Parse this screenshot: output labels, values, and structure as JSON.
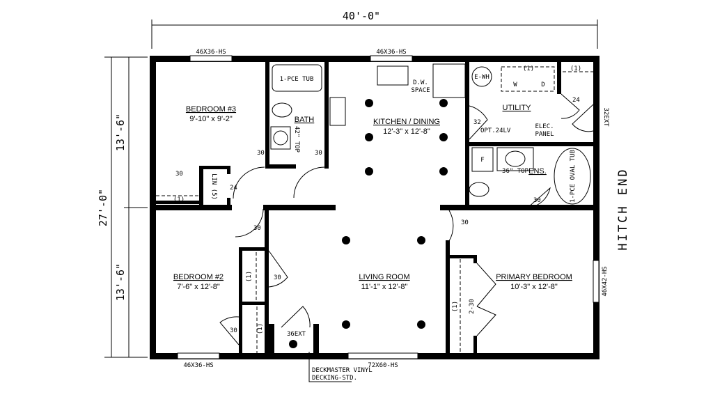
{
  "dimensions": {
    "overall_width": "40'-0\"",
    "overall_depth": "27'-0\"",
    "upper_depth": "13'-6\"",
    "lower_depth": "13'-6\""
  },
  "hitch_end": "HITCH END",
  "rooms": {
    "bedroom3": {
      "name": "BEDROOM #3",
      "size": "9'-10\" x 9'-2\""
    },
    "bath": {
      "name": "BATH"
    },
    "kitchen": {
      "name": "KITCHEN / DINING",
      "size": "12'-3\" x 12'-8\""
    },
    "utility": {
      "name": "UTILITY"
    },
    "ensuite": {
      "name": "ENS."
    },
    "bedroom2": {
      "name": "BEDROOM #2",
      "size": "7'-6\" x 12'-8\""
    },
    "living": {
      "name": "LIVING ROOM",
      "size": "11'-1\" x 12'-8\""
    },
    "primary": {
      "name": "PRIMARY BEDROOM",
      "size": "10'-3\" x 12'-8\""
    }
  },
  "windows": {
    "bed3": "46X36-HS",
    "kitchen": "46X36-HS",
    "bed2": "46X36-HS",
    "living": "72X60-HS",
    "primary": "46X42-HS"
  },
  "doors": {
    "bed3": "30",
    "bath": "30",
    "bed3_closet": "30",
    "linen": "24",
    "hall": "30",
    "bed2_closet_upper": "30",
    "bed2_closet_lower": "30",
    "entry": "36EXT",
    "utility": "32",
    "utility_closet": "24",
    "utility_ext": "32EXT",
    "ensuite": "30",
    "living_primary": "30",
    "primary_closet": "2-30"
  },
  "closets": {
    "bed3": "(1)",
    "linen": "LIN (5)",
    "bed2_upper": "(1)",
    "bed2_lower": "(1)",
    "primary": "(1)",
    "utility_shelf": "(1)",
    "utility_shelf2": "(1)"
  },
  "fixtures": {
    "bath_tub": "1-PCE TUB",
    "bath_top": "42\" TOP",
    "dw": "D.W.",
    "dw2": "SPACE",
    "water_heater": "E-WH",
    "washer": "W",
    "dryer": "D",
    "furnace": "F",
    "ens_top": "36\" TOP",
    "oval_tub": "1-PCE OVAL TUB",
    "opt_lv": "OPT.24LV",
    "elec": "ELEC.",
    "elec2": "PANEL"
  },
  "notes": {
    "deck1": "DECKMASTER VINYL",
    "deck2": "DECKING-STD."
  }
}
